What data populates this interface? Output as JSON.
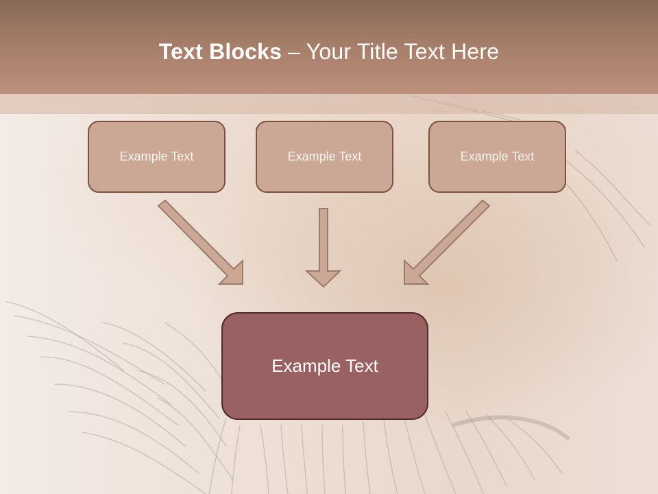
{
  "slide": {
    "title_bold": "Text Blocks",
    "title_separator": " – ",
    "title_rest": "Your Title Text Here",
    "background_image": "closed-eye-with-eyelashes"
  },
  "boxes": {
    "left": {
      "label": "Example Text"
    },
    "center": {
      "label": "Example Text"
    },
    "right": {
      "label": "Example Text"
    },
    "bottom": {
      "label": "Example Text"
    }
  },
  "arrows": [
    {
      "from": "left",
      "to": "bottom",
      "direction": "down-right"
    },
    {
      "from": "center",
      "to": "bottom",
      "direction": "down"
    },
    {
      "from": "right",
      "to": "bottom",
      "direction": "down-left"
    }
  ],
  "colors": {
    "title_bar_top": "#876856",
    "title_bar_bottom": "#bd907b",
    "box_fill": "#cba796",
    "box_border": "#7b5140",
    "main_box_fill": "#996161",
    "main_box_border": "#52292b",
    "arrow_fill": "#cba796",
    "arrow_border": "#9a7a6c"
  }
}
